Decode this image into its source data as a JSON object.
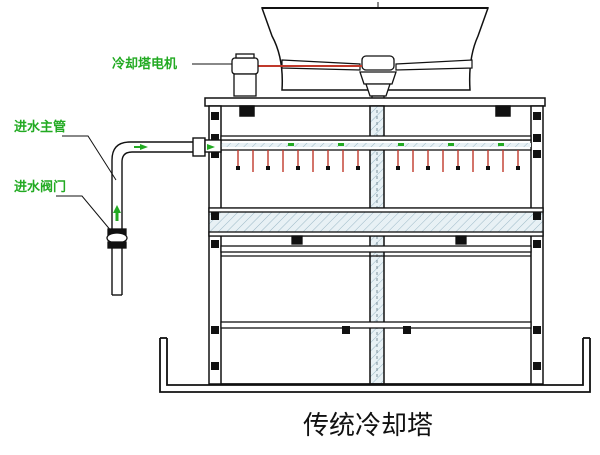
{
  "labels": {
    "motor": "冷却塔电机",
    "main_pipe": "进水主管",
    "inlet_valve": "进水阀门"
  },
  "caption": "传统冷却塔",
  "colors": {
    "line": "#111111",
    "label": "#22aa22",
    "hatch": "#cfe3ec",
    "pipe_fill": "#ffffff"
  }
}
